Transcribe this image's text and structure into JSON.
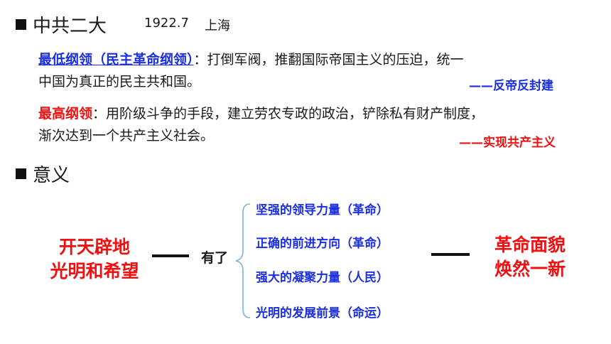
{
  "section1": {
    "title": "中共二大",
    "date": "1922.7",
    "place": "上海"
  },
  "minimum_program": {
    "label": "最低纲领（民主革命纲领）",
    "colon": "：",
    "text_line1": "打倒军阀，推翻国际帝国主义的压迫，统一",
    "text_line2": "中国为真正的民主共和国。",
    "note": "——反帝反封建"
  },
  "maximum_program": {
    "label": "最高纲领",
    "colon": "：",
    "text_line1": "用阶级斗争的手段，建立劳农专政的政治，铲除私有财产制度，",
    "text_line2": "渐次达到一个共产主义社会。",
    "note": "——实现共产主义"
  },
  "section2": {
    "title": "意义"
  },
  "diagram": {
    "left_line1": "开天辟地",
    "left_line2": "光明和希望",
    "middle": "有了",
    "items": [
      "坚强的领导力量（革命）",
      "正确的前进方向（革命）",
      "强大的凝聚力量（人民）",
      "光明的发展前景（命运）"
    ],
    "right_line1": "革命面貌",
    "right_line2": "焕然一新"
  },
  "colors": {
    "blue": "#1a2fe0",
    "red": "#ee1111",
    "bracket": "#7fb3d5"
  }
}
